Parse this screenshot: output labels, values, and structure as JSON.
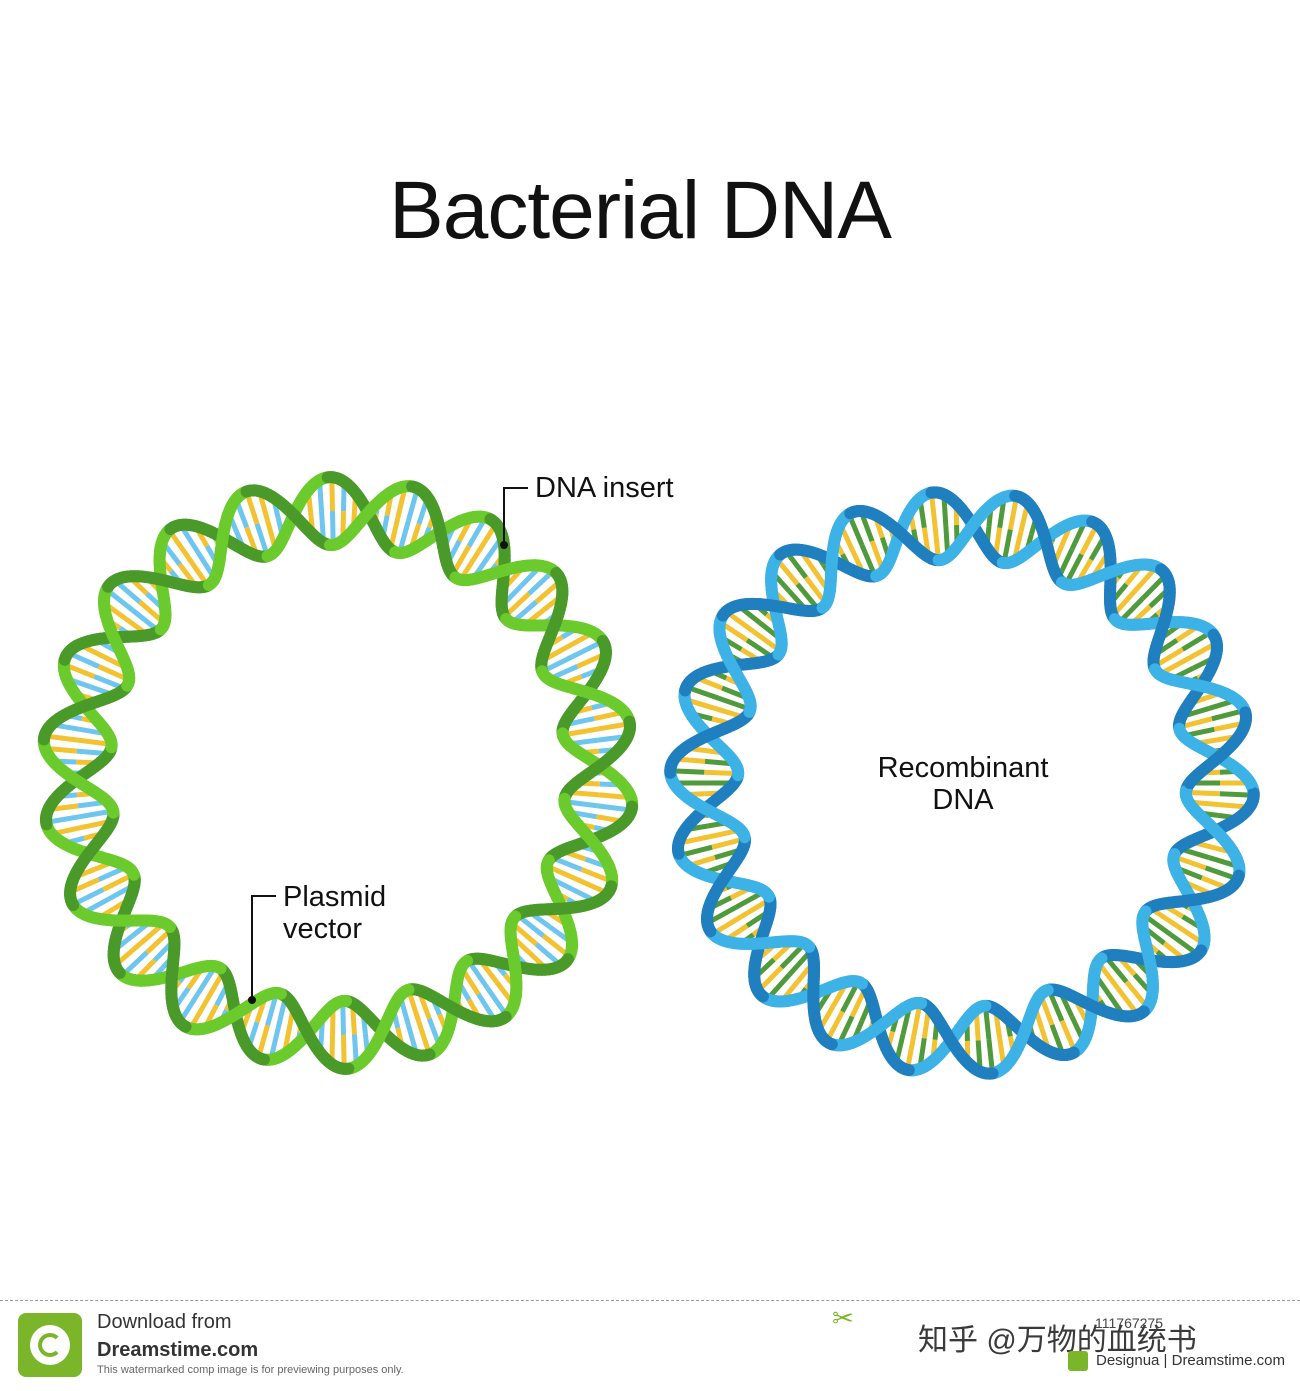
{
  "title": "Bacterial DNA",
  "labels": {
    "dna_insert": "DNA insert",
    "plasmid_line1": "Plasmid",
    "plasmid_line2": "vector",
    "recombinant_line1": "Recombinant",
    "recombinant_line2": "DNA"
  },
  "colors": {
    "plasmid_strand_light": "#6ccb2c",
    "plasmid_strand_dark": "#4a9a2a",
    "insert_strand_light": "#f0a0a0",
    "insert_strand_dark": "#d8323a",
    "insert_base_dark": "#9e1d24",
    "recombinant_strand_light": "#3db2e6",
    "recombinant_strand_dark": "#1f7fbf",
    "base_yellow": "#f2c230",
    "base_blue": "#6ec6ee",
    "base_green": "#4f9a3a"
  },
  "footer": {
    "download_from": "Download from",
    "site": "Dreamstime.com",
    "notice": "This watermarked comp image is for previewing purposes only.",
    "zhihu_text": "知乎 @万物的血统书",
    "image_id": "111767275",
    "credit": "Designua | Dreamstime.com"
  }
}
